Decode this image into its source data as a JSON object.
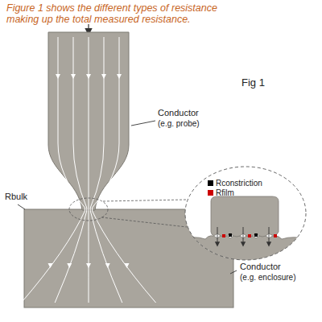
{
  "diagram": {
    "title": "Figure 1 shows the different types of resistance making up the total measured resistance.",
    "labels": [
      "Fig 1",
      "Conductor",
      "(e.g. probe)",
      "Rbulk",
      "Conductor",
      "(e.g. enclosure)"
    ],
    "legend": [
      {
        "text": "Rconstriction",
        "color": "#000000"
      },
      {
        "text": "Rfilm",
        "color": "#cc0000"
      }
    ]
  }
}
